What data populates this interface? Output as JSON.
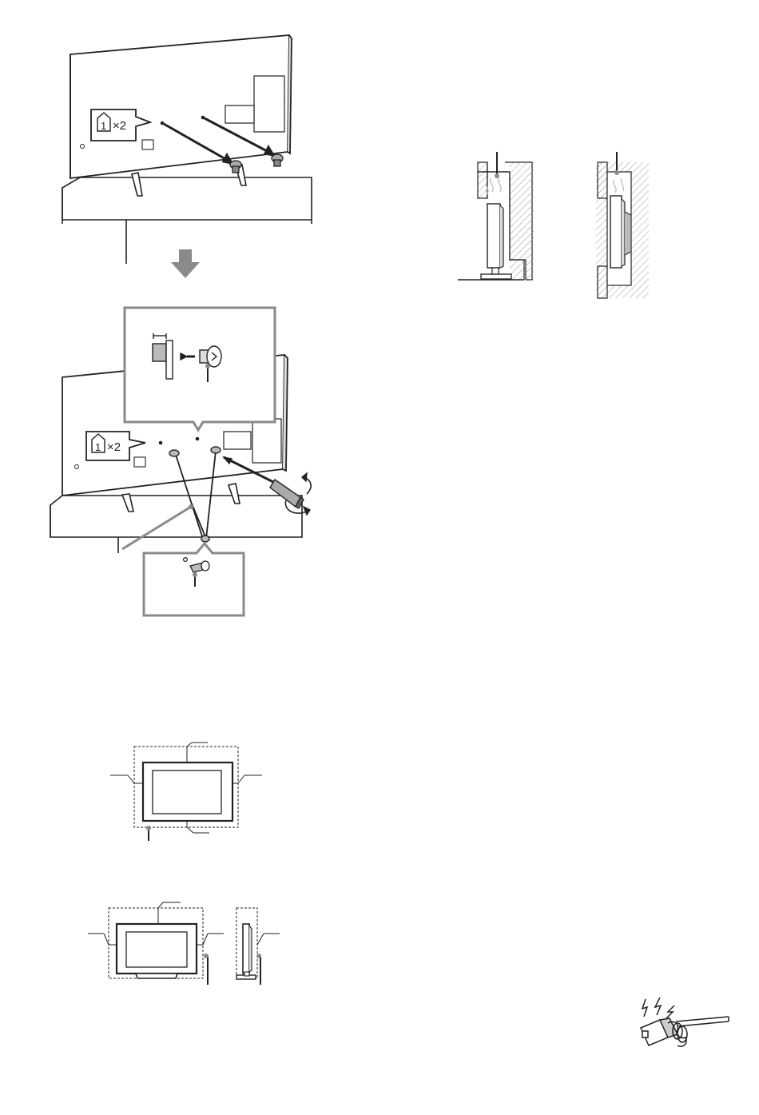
{
  "callouts": {
    "top_screw_label": "×2",
    "top_screw_number": "1",
    "mid_screw_label": "×2",
    "mid_screw_number": "1"
  },
  "colors": {
    "stroke": "#222222",
    "gray": "#8a8a8a",
    "light_gray": "#bdbdbd",
    "hatch": "#9a9a9a"
  },
  "icons": {
    "down_arrow": "down-arrow-icon",
    "screwdriver": "screwdriver-icon",
    "plug_shock": "plug-shock-icon"
  }
}
